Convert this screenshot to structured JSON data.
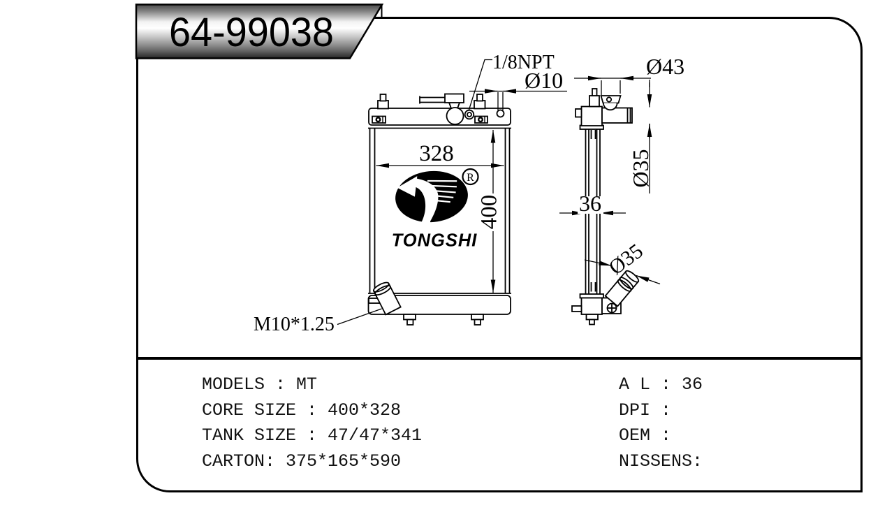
{
  "banner": {
    "part_number": "64-99038"
  },
  "logo": {
    "brand": "TONGSHI",
    "registered_mark": "R"
  },
  "front_view": {
    "width_dim": "328",
    "height_dim": "400",
    "port_label": "1/8NPT",
    "hole_dim": "Ø10",
    "drain_label": "M10*1.25"
  },
  "side_view": {
    "cap_dim": "Ø43",
    "inlet_dim": "Ø35",
    "thickness_dim": "36",
    "outlet_dim": "Ø35"
  },
  "specs": {
    "left": [
      "MODELS : MT",
      "CORE SIZE : 400*328",
      "TANK SIZE : 47/47*341",
      "CARTON: 375*165*590"
    ],
    "right": [
      "A L : 36",
      "DPI :",
      "OEM :",
      "NISSENS:"
    ]
  }
}
